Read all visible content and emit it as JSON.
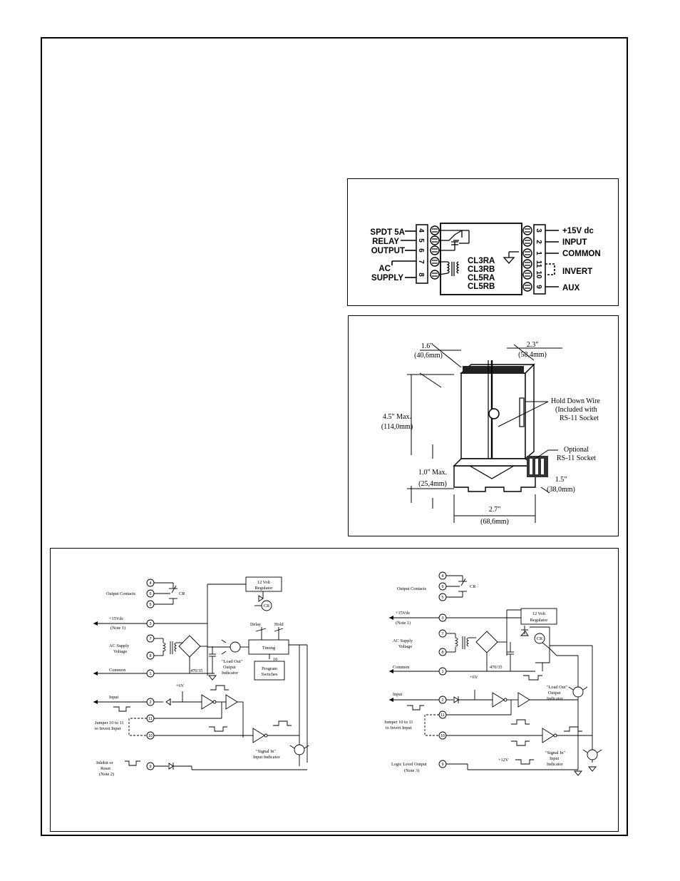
{
  "wiring": {
    "left_labels": [
      "SPDT 5A",
      "RELAY",
      "OUTPUT",
      "AC",
      "SUPPLY"
    ],
    "right_labels": [
      "+15V dc",
      "INPUT",
      "COMMON",
      "INVERT",
      "AUX"
    ],
    "left_terminals": [
      "4",
      "5",
      "6",
      "7",
      "8"
    ],
    "right_terminals": [
      "3",
      "2",
      "1",
      "11",
      "10",
      "9"
    ],
    "models": [
      "CL3RA",
      "CL3RB",
      "CL5RA",
      "CL5RB"
    ]
  },
  "dimensions": {
    "top_depth": "1.6\"",
    "top_depth_mm": "(40,6mm)",
    "top_width": "2.3\"",
    "top_width_mm": "(58,4mm)",
    "height": "4.5\" Max.",
    "height_mm": "(114,0mm)",
    "socket_height": "1.0\" Max.",
    "socket_height_mm": "(25,4mm)",
    "base_width": "2.7\"",
    "base_width_mm": "(68,6mm)",
    "side": "1.5\"",
    "side_mm": "(38,0mm)",
    "callout1_line1": "Hold Down Wire",
    "callout1_line2": "(Included with",
    "callout1_line3": "RS-11 Socket",
    "callout2_line1": "Optional",
    "callout2_line2": "RS-11 Socket"
  },
  "schem_left": {
    "output_contacts": "Output Contacts",
    "cr": "CR",
    "t4": "4",
    "t6": "6",
    "t5": "5",
    "t3": "3",
    "t7": "7",
    "t8": "8",
    "t1": "1",
    "t2": "2",
    "t11": "11",
    "t10": "10",
    "t9": "9",
    "plus15": "+15Vdc",
    "note1": "(Note 1)",
    "ac1": "AC Supply",
    "ac2": "Voltage",
    "common": "Common",
    "cap": "470/35",
    "reg1": "12 Volt",
    "reg2": "Regulator",
    "delay": "Delay",
    "hold": "Hold",
    "timing": "Timing",
    "ten": "10",
    "prog1": "Program",
    "prog2": "Switches",
    "loadout1": "\"Load Out\"",
    "loadout2": "Output",
    "loadout3": "Indicator",
    "plus6": "+6V",
    "input": "Input",
    "jumper1": "Jumper 10 to 11",
    "jumper2": "to Invert Input",
    "sigin1": "\"Signal In\"",
    "sigin2": "Input Indicator",
    "inhibit1": "Inhibit or",
    "inhibit2": "Reset",
    "note2": "(Note 2)"
  },
  "schem_right": {
    "output_contacts": "Output Contacts",
    "cr": "CR",
    "t4": "4",
    "t6": "6",
    "t5": "5",
    "t3": "3",
    "t7": "7",
    "t8": "8",
    "t1": "1",
    "t2": "2",
    "t11": "11",
    "t10": "10",
    "t9": "9",
    "plus15": "+15Vdc",
    "note1": "(Note 1)",
    "ac1": "AC Supply",
    "ac2": "Voltage",
    "common": "Common",
    "cap": "470/35",
    "reg1": "12 Volt",
    "reg2": "Regulator",
    "plus6": "+6V",
    "input": "Input",
    "jumper1": "Jumper 10 to 11",
    "jumper2": "to Invert Input",
    "loadout1": "\"Load Out\"",
    "loadout2": "Output",
    "loadout3": "Indicator",
    "sigin1": "\"Signal In\"",
    "sigin2": "Input",
    "sigin3": "Indicator",
    "plus12": "+12V",
    "logic1": "Logic Level Output",
    "note3": "(Note 3)"
  }
}
